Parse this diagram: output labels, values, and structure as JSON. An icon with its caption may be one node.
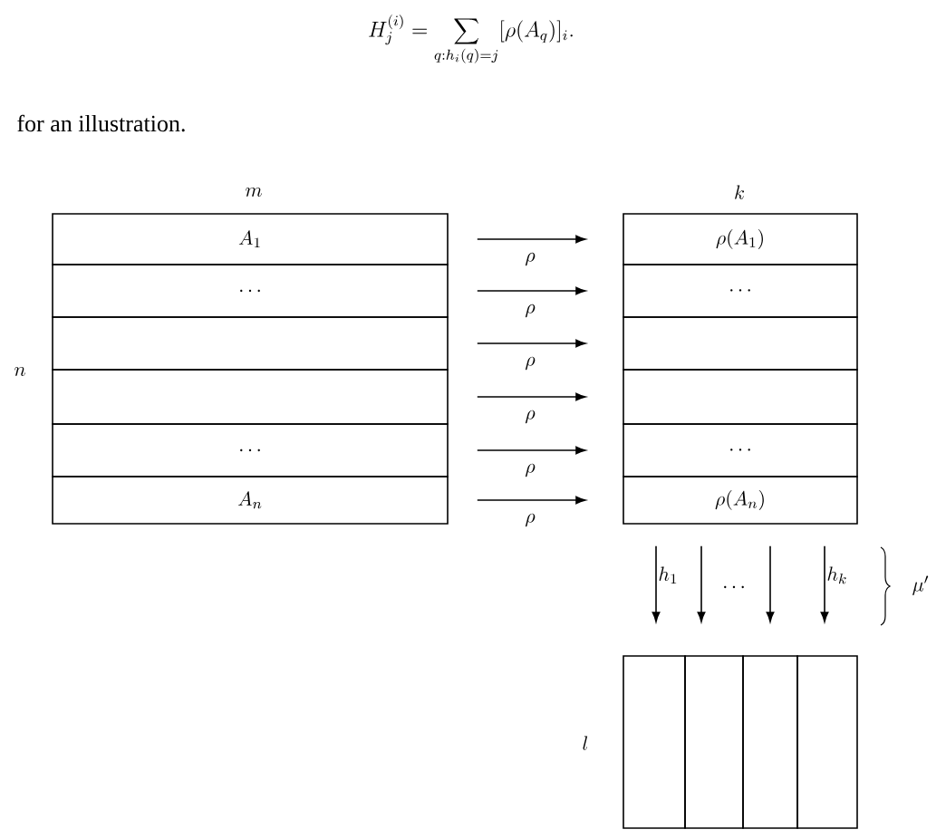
{
  "diagram": {
    "nodes": [
      {
        "text": [
          "A_1"
        ]
      },
      {
        "text": [
          "\\ldots"
        ]
      },
      {
        "text": [],
        "shape": "box"
      },
      {
        "text": [],
        "shape": "box"
      },
      {
        "text": [
          "\\ldots"
        ]
      },
      {
        "text": [
          "A_n"
        ]
      },
      {
        "text": [
          "\\rho(A_1)"
        ]
      },
      {
        "text": [
          "\\cdots"
        ]
      },
      {
        "text": [],
        "shape": "box"
      },
      {
        "text": [],
        "shape": "box"
      },
      {
        "text": [
          "\\cdots"
        ]
      },
      {
        "text": [
          "\\rho(A_n)"
        ]
      },
      {
        "text": [],
        "shape": "box"
      },
      {
        "text": [],
        "shape": "box"
      },
      {
        "text": [],
        "shape": "box"
      },
      {
        "text": [],
        "shape": "box"
      }
    ],
    "edges": [
      {
        "from": 0,
        "to": 6,
        "arrow": "to",
        "label": "\\rho"
      },
      {
        "from": 1,
        "to": 7,
        "arrow": "to",
        "label": "\\rho"
      },
      {
        "from": 2,
        "to": 8,
        "arrow": "to",
        "label": "\\rho"
      },
      {
        "from": 3,
        "to": 9,
        "arrow": "to",
        "label": "\\rho"
      },
      {
        "from": 4,
        "to": 10,
        "arrow": "to",
        "label": "\\rho"
      },
      {
        "from": 5,
        "to": 11,
        "arrow": "to",
        "label": "\\rho"
      },
      {
        "from": 11,
        "to": 12,
        "arrow": "to",
        "label": "h_1"
      },
      {
        "from": 11,
        "to": 13,
        "arrow": "to"
      },
      {
        "from": 11,
        "to": 14,
        "arrow": "to"
      },
      {
        "from": 11,
        "to": 15,
        "arrow": "to",
        "label": "h_k"
      }
    ],
    "labels": [
      "H_j^{(i)} = \\sum_{q:h_i(q)=j} [\\rho(A_q)]_i.",
      "for an illustration.",
      "m",
      "k",
      "n",
      "\\ldots",
      "\\mu'",
      "l"
    ]
  }
}
